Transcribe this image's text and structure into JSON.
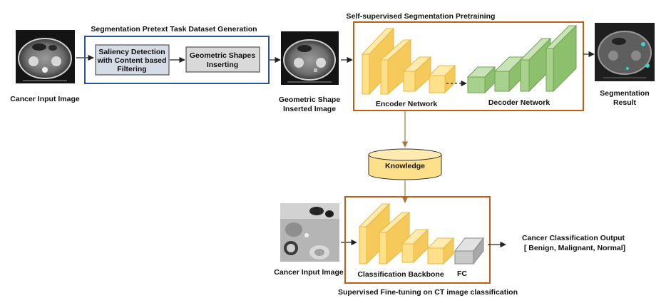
{
  "labels": {
    "cancer_input_top": "Cancer Input Image",
    "pretext_title": "Segmentation Pretext Task Dataset Generation",
    "saliency_line1": "Saliency Detection",
    "saliency_line2": "with Content based",
    "saliency_line3": "Filtering",
    "shapes_line1": "Geometric Shapes",
    "shapes_line2": "Inserting",
    "shape_inserted_line1": "Geometric Shape",
    "shape_inserted_line2": "Inserted Image",
    "ssl_title": "Self-supervised Segmentation Pretraining",
    "encoder": "Encoder Network",
    "decoder": "Decoder Network",
    "seg_result_line1": "Segmentation",
    "seg_result_line2": "Result",
    "knowledge": "Knowledge",
    "cancer_input_bottom": "Cancer Input Image",
    "class_backbone": "Classification Backbone",
    "fc": "FC",
    "finetune_title": "Supervised Fine-tuning on CT image classification",
    "output_line1": "Cancer Classification Output",
    "output_line2": "[ Benign,  Malignant, Normal]"
  },
  "colors": {
    "encoder_fill": "#FFE08A",
    "encoder_stroke": "#E8B93A",
    "decoder_fill": "#A9D18E",
    "decoder_stroke": "#6FA34F",
    "fc_fill": "#C9C9C9",
    "fc_stroke": "#8A8A8A",
    "pretext_border": "#2F5597",
    "ssl_border": "#C55A11",
    "saliency_box": "#D6DCE5",
    "shapes_box": "#D9D9D9",
    "knowledge_fill": "#FFE08A",
    "seg_marks": "#3FD0D0"
  },
  "icons": {
    "ct_scan_top": "ct-scan-image",
    "ct_shape_inserted": "ct-scan-image",
    "ct_seg_result": "ct-scan-image",
    "ct_crop_bottom": "ct-scan-crop-image",
    "knowledge_store": "database-cylinder-icon"
  }
}
